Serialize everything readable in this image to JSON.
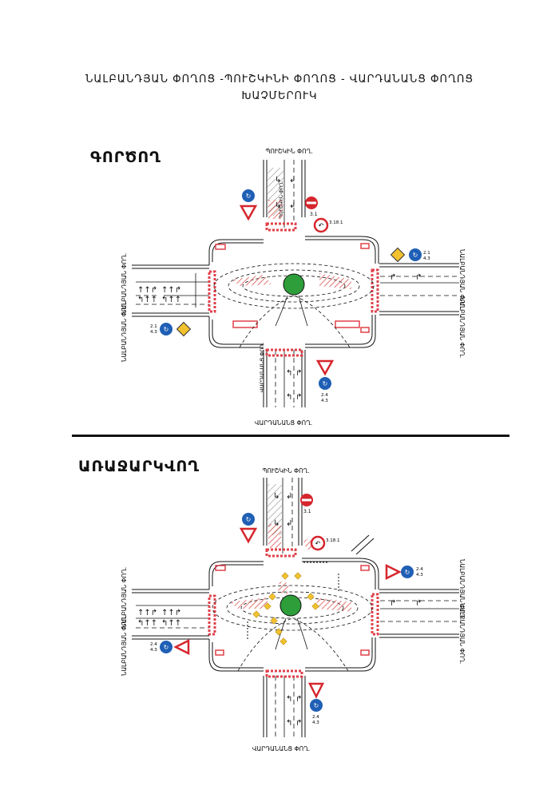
{
  "title": {
    "line1": "ՆԱԼԲԱՆԴՅԱՆ ՓՈՂՈՑ -ՊՈՒՇԿԻՆԻ ՓՈՂՈՑ - ՎԱՐԴԱՆԱՆՑ ՓՈՂՈՑ",
    "line2": "ԽԱՉՄԵՐՈՒԿ"
  },
  "sections": {
    "existing": "ԳՈՐԾՈՂ",
    "proposed": "ԱՌԱՋԱՐԿՎՈՂ"
  },
  "streets": {
    "north": "ՊՈՒՇԿԻՆ ՓՈՂ.",
    "south": "ՎԱՐԴԱՆԱՆՑ ՓՈՂ.",
    "west": "ՆԱԼԲԱՆԴՅԱՆ ՓՈՂ.",
    "east": "ՆԱԼԲԱՆԴՅԱՆ ՓՈՂ."
  },
  "signs": {
    "no_entry": "3.1",
    "no_u_turn": "3.18.1",
    "roundabout": "2.4 4.3",
    "roundabout_line1": "2.4",
    "roundabout_line2": "4.3",
    "main_road": "2.1 4.3",
    "main_road_line1": "2.1",
    "main_road_line2": "4.3"
  },
  "colors": {
    "marking_red": "#e0404a",
    "hatch_red": "#d9534f",
    "island_green": "#2e9e3a",
    "sign_blue": "#1f5fb5",
    "sign_red": "#d6262d",
    "sign_yellow": "#f2c12e"
  }
}
